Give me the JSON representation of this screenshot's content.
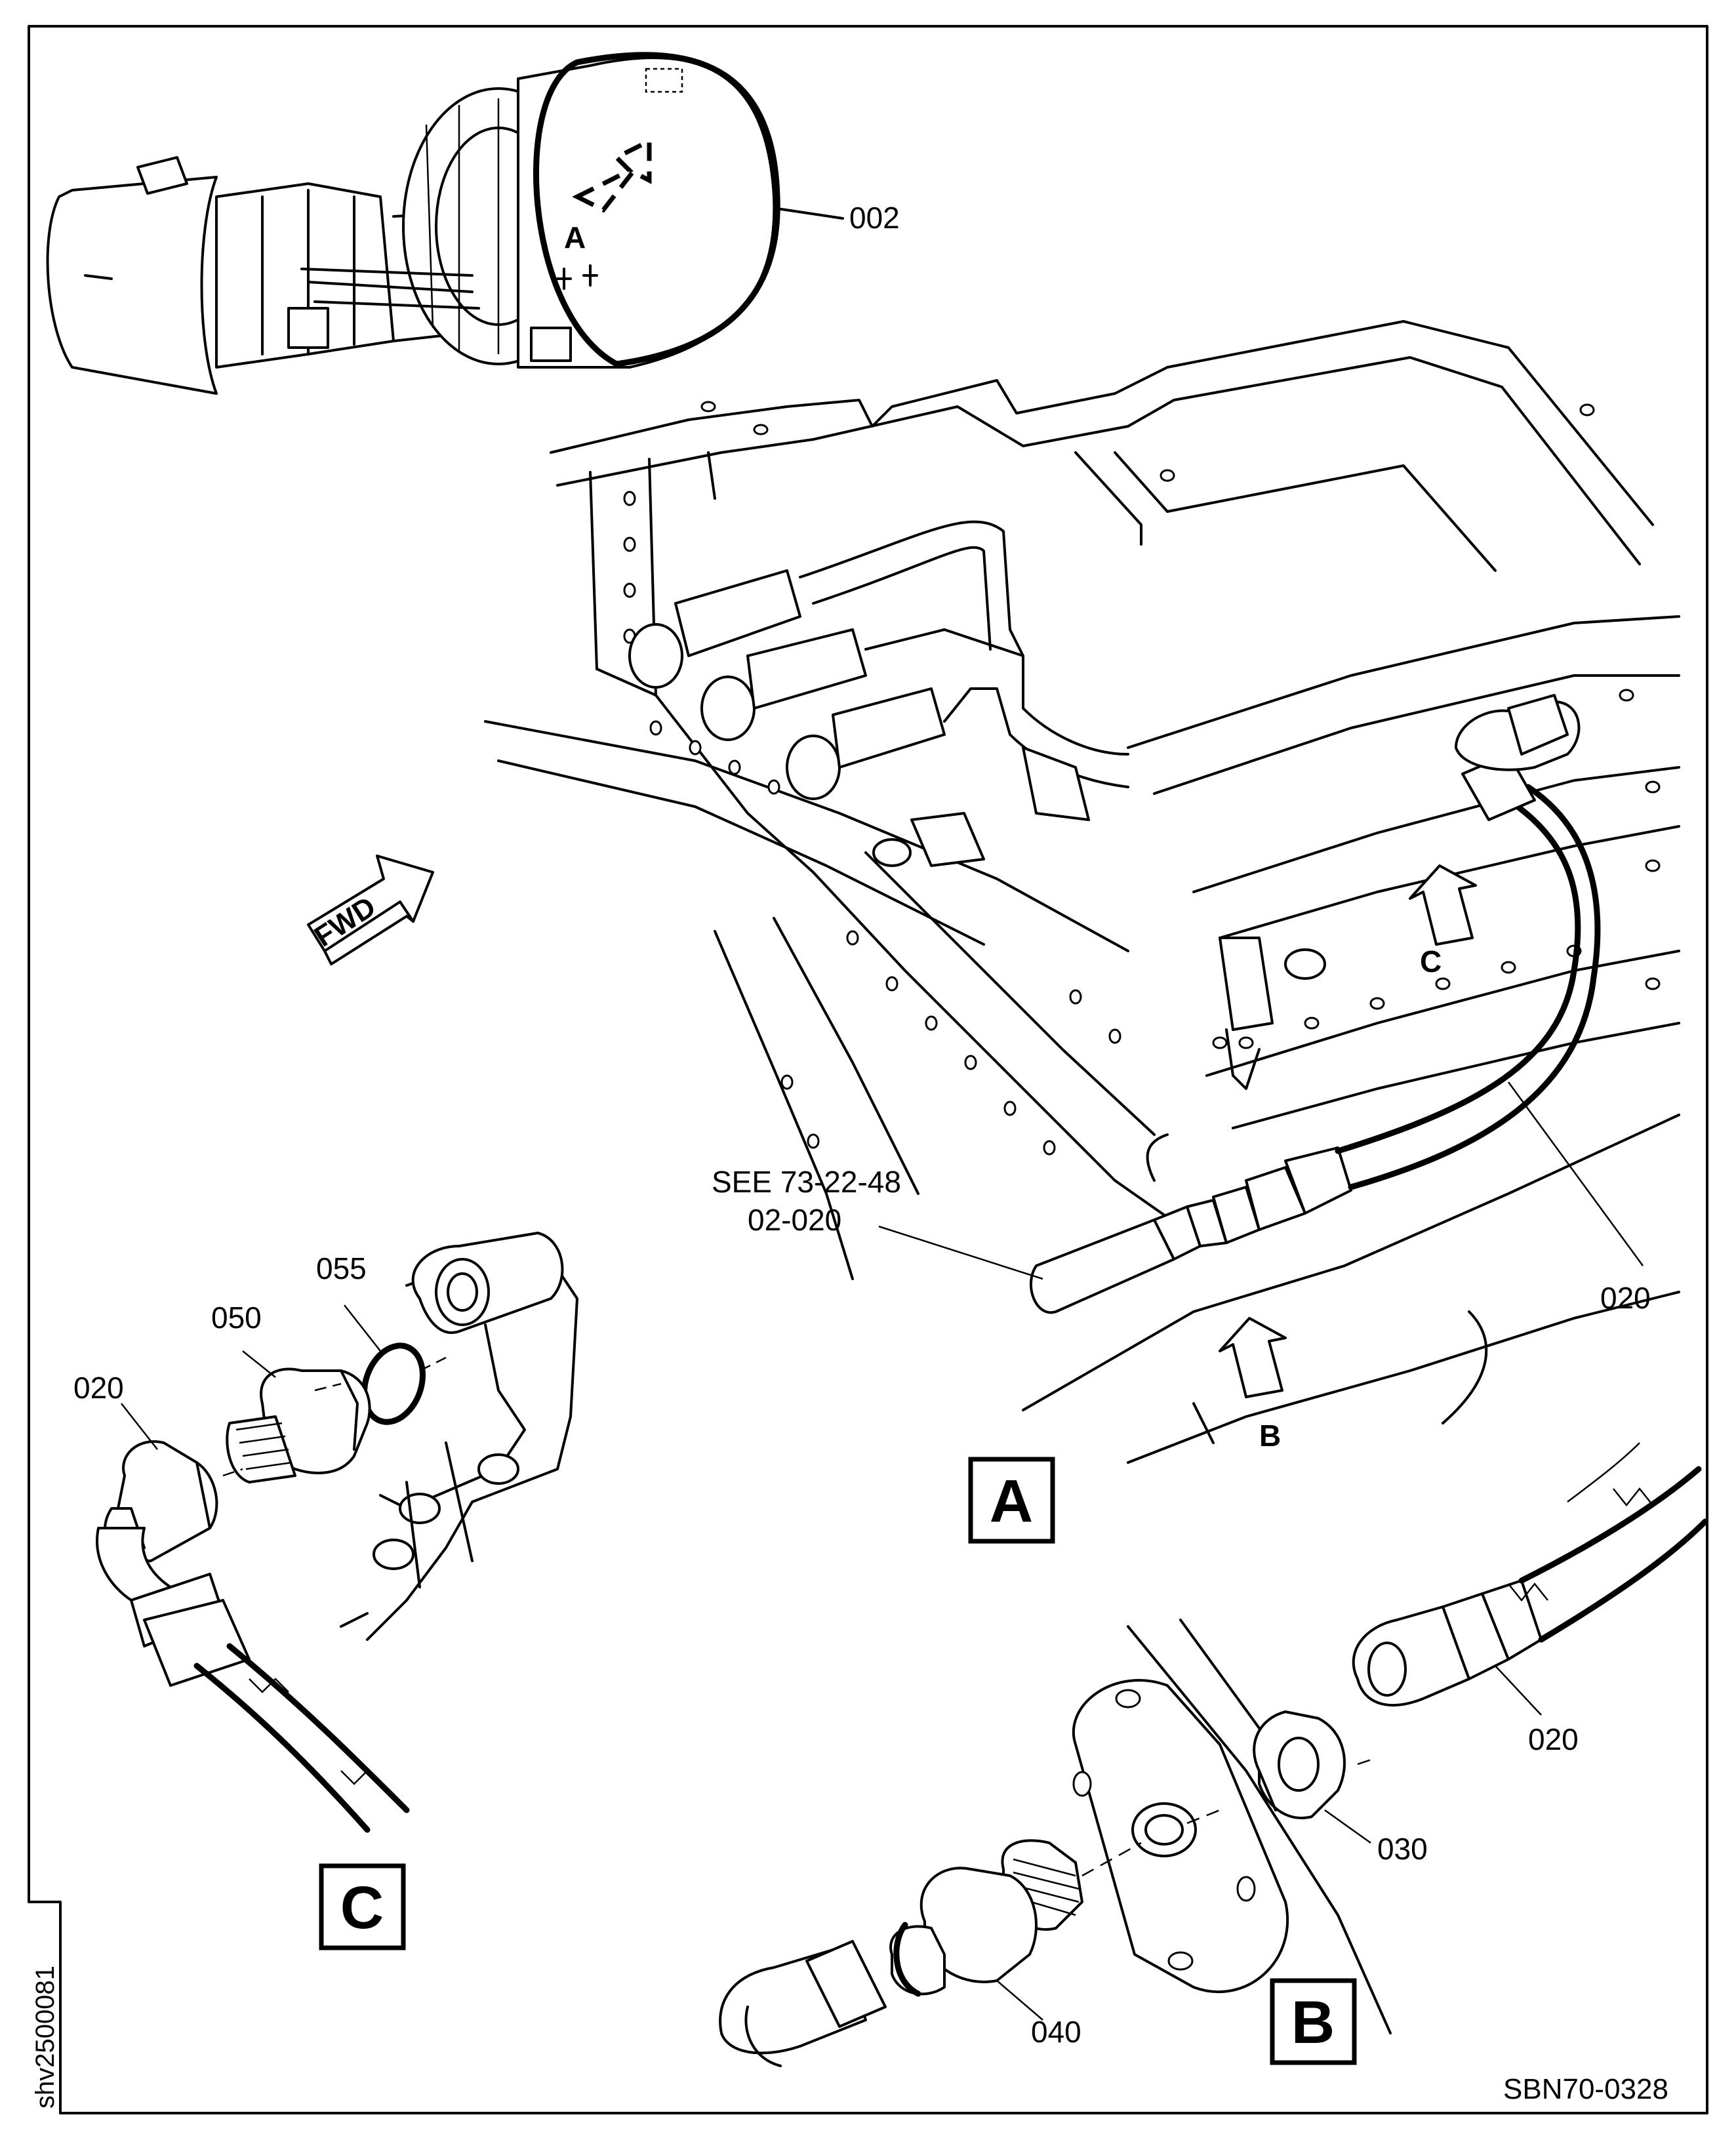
{
  "figure": {
    "sheet_id": "SBN70-0328",
    "side_id": "shv2500081",
    "orientation": "FWD",
    "engine_callout": {
      "part": "002",
      "view_ref": "A"
    },
    "view_a": {
      "letter": "A",
      "reference": [
        "SEE 73-22-48",
        "02-020"
      ],
      "parts": [
        "020"
      ],
      "view_refs": [
        "B",
        "C"
      ]
    },
    "view_b": {
      "letter": "B",
      "parts": [
        "020",
        "030",
        "040"
      ]
    },
    "view_c": {
      "letter": "C",
      "parts": [
        "020",
        "050",
        "055"
      ]
    }
  }
}
